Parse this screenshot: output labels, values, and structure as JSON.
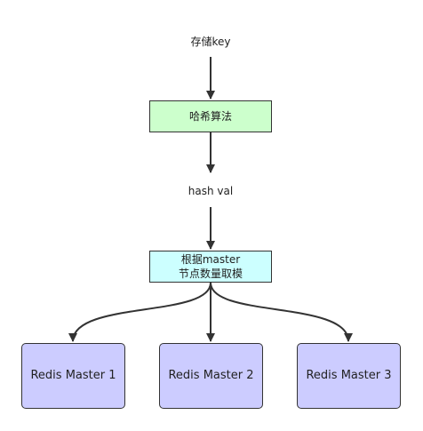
{
  "diagram": {
    "store_key_label": "存储key",
    "hash_algorithm_label": "哈希算法",
    "hash_val_label": "hash val",
    "mod_box": {
      "line1": "根据master",
      "line2": "节点数量取模"
    },
    "masters": [
      {
        "label": "Redis Master 1"
      },
      {
        "label": "Redis Master 2"
      },
      {
        "label": "Redis Master 3"
      }
    ]
  },
  "colors": {
    "hash_box_fill": "#ccffcc",
    "mod_box_fill": "#ccffff",
    "master_box_fill": "#ccccff",
    "edge_stroke": "#333333"
  }
}
